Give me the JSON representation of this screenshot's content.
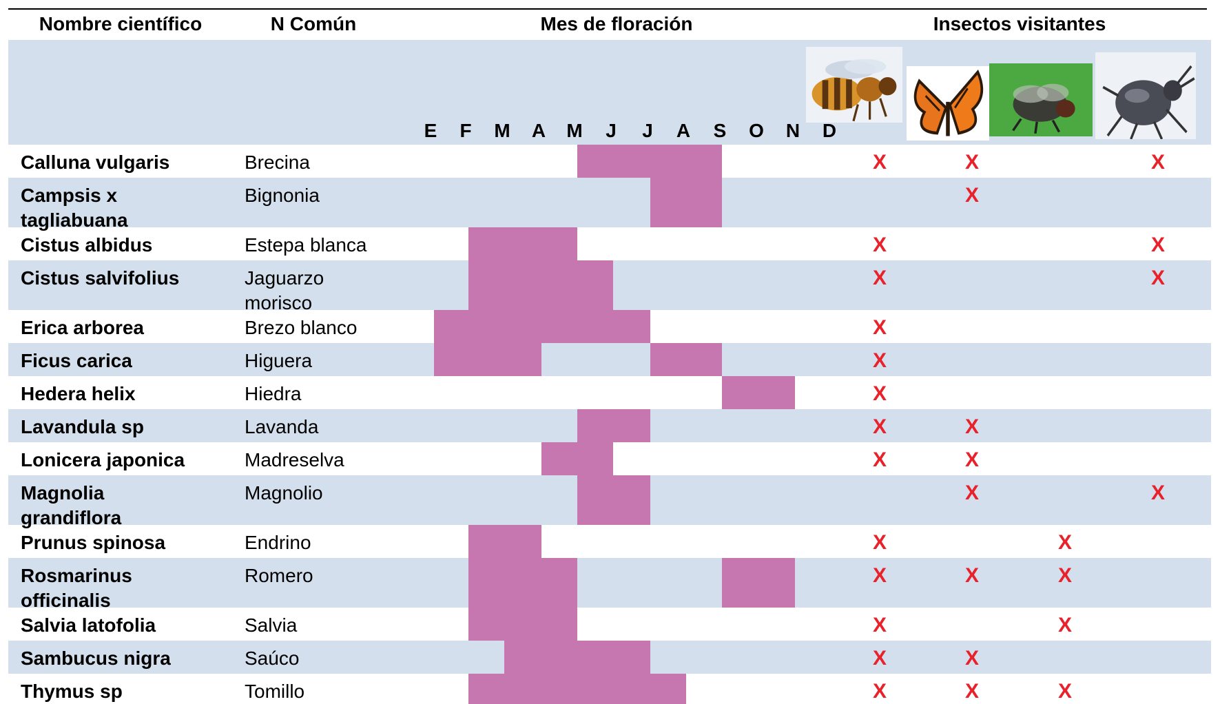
{
  "headers": {
    "scientific_name": "Nombre científico",
    "common_name": "N Común",
    "flowering_month": "Mes de floración",
    "visiting_insects": "Insectos visitantes"
  },
  "months": [
    "E",
    "F",
    "M",
    "A",
    "M",
    "J",
    "J",
    "A",
    "S",
    "O",
    "N",
    "D"
  ],
  "insects": [
    {
      "icon": "bee-icon"
    },
    {
      "icon": "butterfly-icon"
    },
    {
      "icon": "fly-icon"
    },
    {
      "icon": "beetle-icon"
    }
  ],
  "mark": "X",
  "colors": {
    "flowering": "#c677b0",
    "band": "#d4dfed",
    "mark": "#e8212a"
  },
  "rows": [
    {
      "sci": [
        "Calluna vulgaris"
      ],
      "common": [
        "Brecina"
      ],
      "months": [
        5,
        6,
        7,
        8
      ],
      "insects": [
        0,
        1,
        3
      ]
    },
    {
      "sci": [
        "Campsis  x",
        "tagliabuana"
      ],
      "common": [
        "Bignonia"
      ],
      "months": [
        7,
        8
      ],
      "insects": [
        1
      ]
    },
    {
      "sci": [
        "Cistus albidus"
      ],
      "common": [
        "Estepa blanca"
      ],
      "months": [
        2,
        3,
        4
      ],
      "insects": [
        0,
        3
      ]
    },
    {
      "sci": [
        "Cistus salvifolius"
      ],
      "common": [
        "Jaguarzo",
        "morisco"
      ],
      "months": [
        2,
        3,
        4,
        5
      ],
      "insects": [
        0,
        3
      ]
    },
    {
      "sci": [
        "Erica arborea"
      ],
      "common": [
        "Brezo blanco"
      ],
      "months": [
        1,
        2,
        3,
        4,
        5,
        6
      ],
      "insects": [
        0
      ]
    },
    {
      "sci": [
        "Ficus carica"
      ],
      "common": [
        "Higuera"
      ],
      "months": [
        1,
        2,
        3,
        7,
        8
      ],
      "insects": [
        0
      ]
    },
    {
      "sci": [
        "Hedera helix"
      ],
      "common": [
        "Hiedra"
      ],
      "months": [
        9,
        10
      ],
      "insects": [
        0
      ]
    },
    {
      "sci": [
        "Lavandula sp"
      ],
      "common": [
        "Lavanda"
      ],
      "months": [
        5,
        6
      ],
      "insects": [
        0,
        1
      ]
    },
    {
      "sci": [
        "Lonicera japonica"
      ],
      "common": [
        "Madreselva"
      ],
      "months": [
        4,
        5
      ],
      "insects": [
        0,
        1
      ]
    },
    {
      "sci": [
        "Magnolia",
        "grandiflora"
      ],
      "common": [
        "Magnolio"
      ],
      "months": [
        5,
        6
      ],
      "insects": [
        1,
        3
      ]
    },
    {
      "sci": [
        "Prunus spinosa"
      ],
      "common": [
        "Endrino"
      ],
      "months": [
        2,
        3
      ],
      "insects": [
        0,
        2
      ]
    },
    {
      "sci": [
        "Rosmarinus",
        "officinalis"
      ],
      "common": [
        "Romero"
      ],
      "months": [
        2,
        3,
        4,
        9,
        10
      ],
      "insects": [
        0,
        1,
        2
      ]
    },
    {
      "sci": [
        "Salvia latofolia"
      ],
      "common": [
        "Salvia"
      ],
      "months": [
        2,
        3,
        4
      ],
      "insects": [
        0,
        2
      ]
    },
    {
      "sci": [
        "Sambucus nigra"
      ],
      "common": [
        "Saúco"
      ],
      "months": [
        3,
        4,
        5,
        6
      ],
      "insects": [
        0,
        1
      ]
    },
    {
      "sci": [
        "Thymus sp"
      ],
      "common": [
        "Tomillo"
      ],
      "months": [
        2,
        3,
        4,
        5,
        6,
        7
      ],
      "insects": [
        0,
        1,
        2
      ]
    }
  ]
}
